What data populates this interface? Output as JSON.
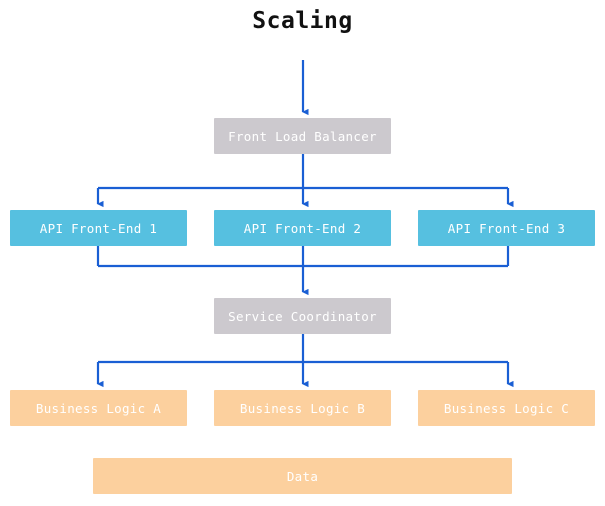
{
  "diagram": {
    "title": "Scaling",
    "colors": {
      "background": "#ffffff",
      "title_text": "#111111",
      "node_text": "#ffffff",
      "gray_node": "#ccc9ce",
      "blue_node": "#56c0e0",
      "orange_node": "#fcd09e",
      "connector": "#1a5fd4"
    },
    "tiers": [
      {
        "name": "entry",
        "nodes": [
          {
            "id": "front-load-balancer",
            "label": "Front Load Balancer",
            "style": "gray"
          }
        ]
      },
      {
        "name": "api",
        "nodes": [
          {
            "id": "api-front-end-1",
            "label": "API Front-End 1",
            "style": "blue"
          },
          {
            "id": "api-front-end-2",
            "label": "API Front-End 2",
            "style": "blue"
          },
          {
            "id": "api-front-end-3",
            "label": "API Front-End 3",
            "style": "blue"
          }
        ]
      },
      {
        "name": "coordination",
        "nodes": [
          {
            "id": "service-coordinator",
            "label": "Service Coordinator",
            "style": "gray"
          }
        ]
      },
      {
        "name": "business",
        "nodes": [
          {
            "id": "business-logic-a",
            "label": "Business Logic A",
            "style": "orange"
          },
          {
            "id": "business-logic-b",
            "label": "Business Logic B",
            "style": "orange"
          },
          {
            "id": "business-logic-c",
            "label": "Business Logic C",
            "style": "orange"
          }
        ]
      },
      {
        "name": "storage",
        "nodes": [
          {
            "id": "data",
            "label": "Data",
            "style": "orange"
          }
        ]
      }
    ],
    "connectors": [
      {
        "id": "inbound-to-load-balancer",
        "from": "external",
        "to": "front-load-balancer",
        "kind": "arrow-down"
      },
      {
        "id": "load-balancer-to-api-1",
        "from": "front-load-balancer",
        "to": "api-front-end-1",
        "kind": "fan-out"
      },
      {
        "id": "load-balancer-to-api-2",
        "from": "front-load-balancer",
        "to": "api-front-end-2",
        "kind": "fan-out"
      },
      {
        "id": "load-balancer-to-api-3",
        "from": "front-load-balancer",
        "to": "api-front-end-3",
        "kind": "fan-out"
      },
      {
        "id": "api-1-to-coordinator",
        "from": "api-front-end-1",
        "to": "service-coordinator",
        "kind": "fan-in"
      },
      {
        "id": "api-2-to-coordinator",
        "from": "api-front-end-2",
        "to": "service-coordinator",
        "kind": "fan-in"
      },
      {
        "id": "api-3-to-coordinator",
        "from": "api-front-end-3",
        "to": "service-coordinator",
        "kind": "fan-in"
      },
      {
        "id": "coordinator-to-logic-a",
        "from": "service-coordinator",
        "to": "business-logic-a",
        "kind": "fan-out"
      },
      {
        "id": "coordinator-to-logic-b",
        "from": "service-coordinator",
        "to": "business-logic-b",
        "kind": "fan-out"
      },
      {
        "id": "coordinator-to-logic-c",
        "from": "service-coordinator",
        "to": "business-logic-c",
        "kind": "fan-out"
      }
    ]
  }
}
